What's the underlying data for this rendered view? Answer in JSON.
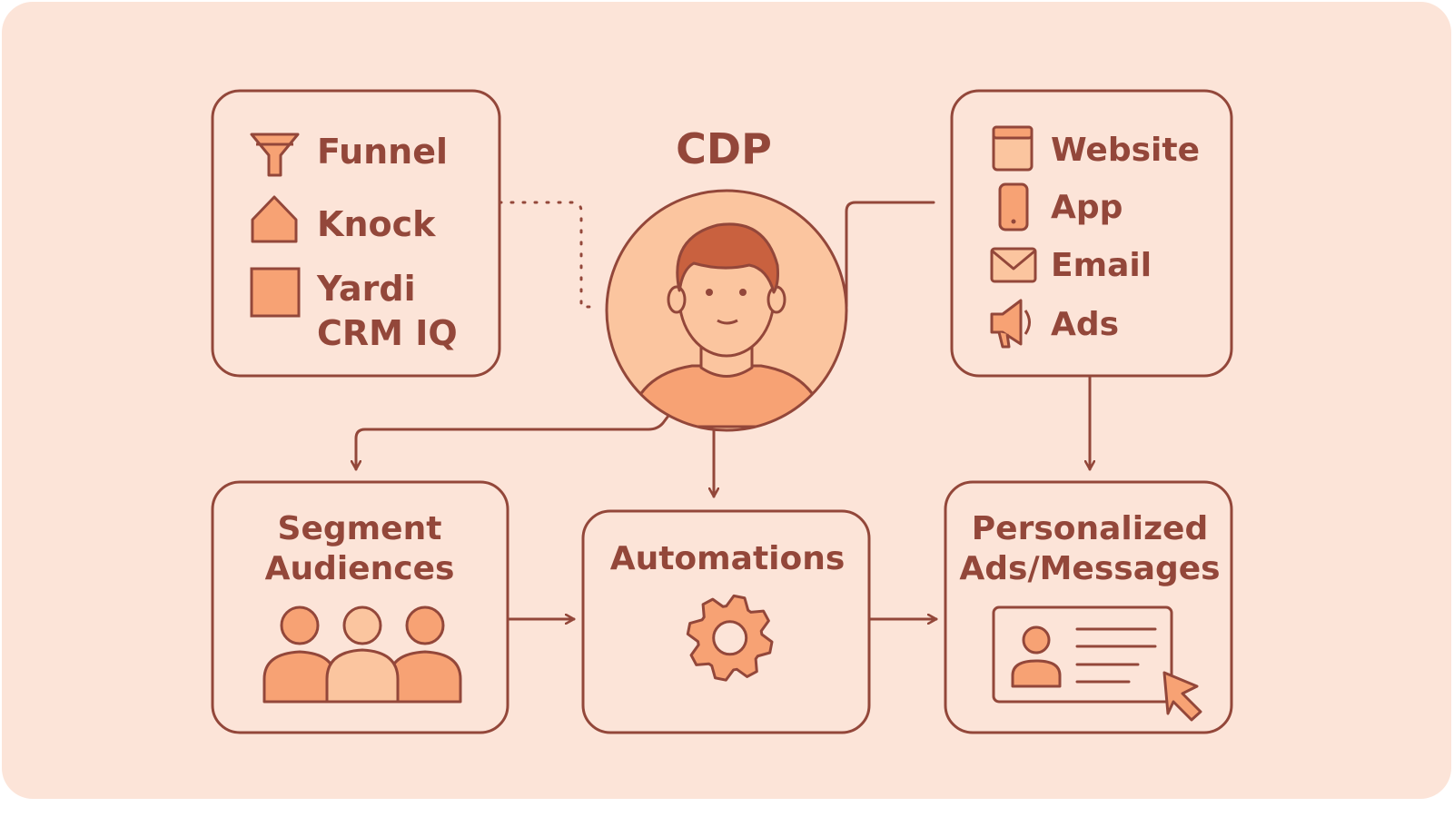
{
  "colors": {
    "background": "#fce4d8",
    "stroke": "#93473a",
    "fill_orange": "#f7a274",
    "fill_light": "#fbc59f",
    "text": "#93473a",
    "box_fill": "#fce4d8"
  },
  "center": {
    "title": "CDP",
    "icon": "person-avatar-icon"
  },
  "sources": {
    "items": [
      {
        "label": "Funnel",
        "icon": "funnel-icon"
      },
      {
        "label": "Knock",
        "icon": "house-icon"
      },
      {
        "label": "Yardi",
        "icon": "square-icon"
      },
      {
        "label": "CRM IQ"
      }
    ]
  },
  "channels": {
    "items": [
      {
        "label": "Website",
        "icon": "browser-window-icon"
      },
      {
        "label": "App",
        "icon": "mobile-phone-icon"
      },
      {
        "label": "Email",
        "icon": "envelope-icon"
      },
      {
        "label": "Ads",
        "icon": "megaphone-icon"
      }
    ]
  },
  "segment": {
    "line1": "Segment",
    "line2": "Audiences",
    "icon": "people-group-icon"
  },
  "automations": {
    "label": "Automations",
    "icon": "gear-icon"
  },
  "personalized": {
    "line1": "Personalized",
    "line2": "Ads/Messages",
    "icon": "ad-card-cursor-icon"
  }
}
